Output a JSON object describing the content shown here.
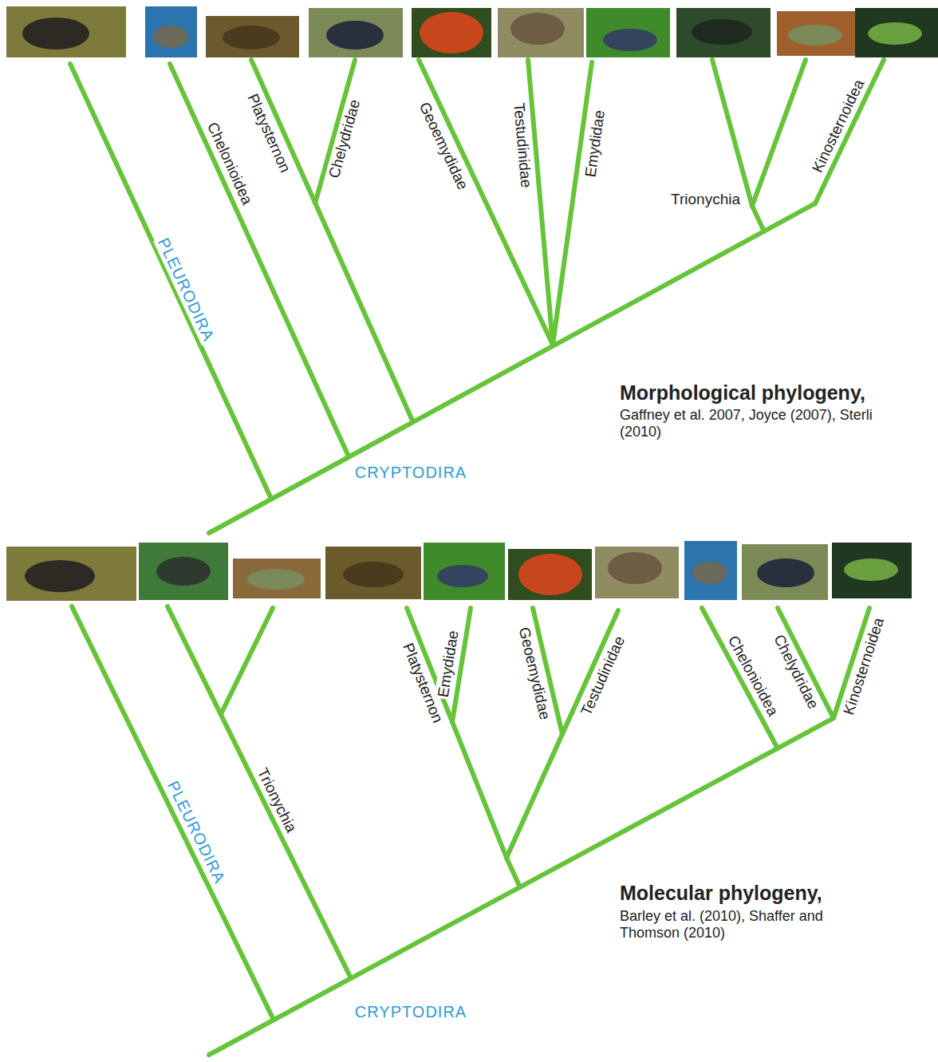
{
  "diagram": {
    "labels": [
      "PLEURODIRA",
      "Chelonioidea",
      "Platysternon",
      "Chelydridae",
      "Geoemydidae",
      "Testudinidae",
      "Emydidae",
      "Trionychia",
      "Kinosternoidea",
      "CRYPTODIRA",
      "Morphological phylogeny,",
      "Gaffney et al. 2007, Joyce (2007), Sterli (2010)",
      "PLEURODIRA",
      "Trionychia",
      "Platysternon",
      "Emydidae",
      "Geoemydidae",
      "Testudinidae",
      "Chelonioidea",
      "Chelydridae",
      "Kinosternoidea",
      "CRYPTODIRA",
      "Molecular phylogeny,",
      "Barley et al. (2010), Shaffer and Thomson (2010)"
    ]
  }
}
